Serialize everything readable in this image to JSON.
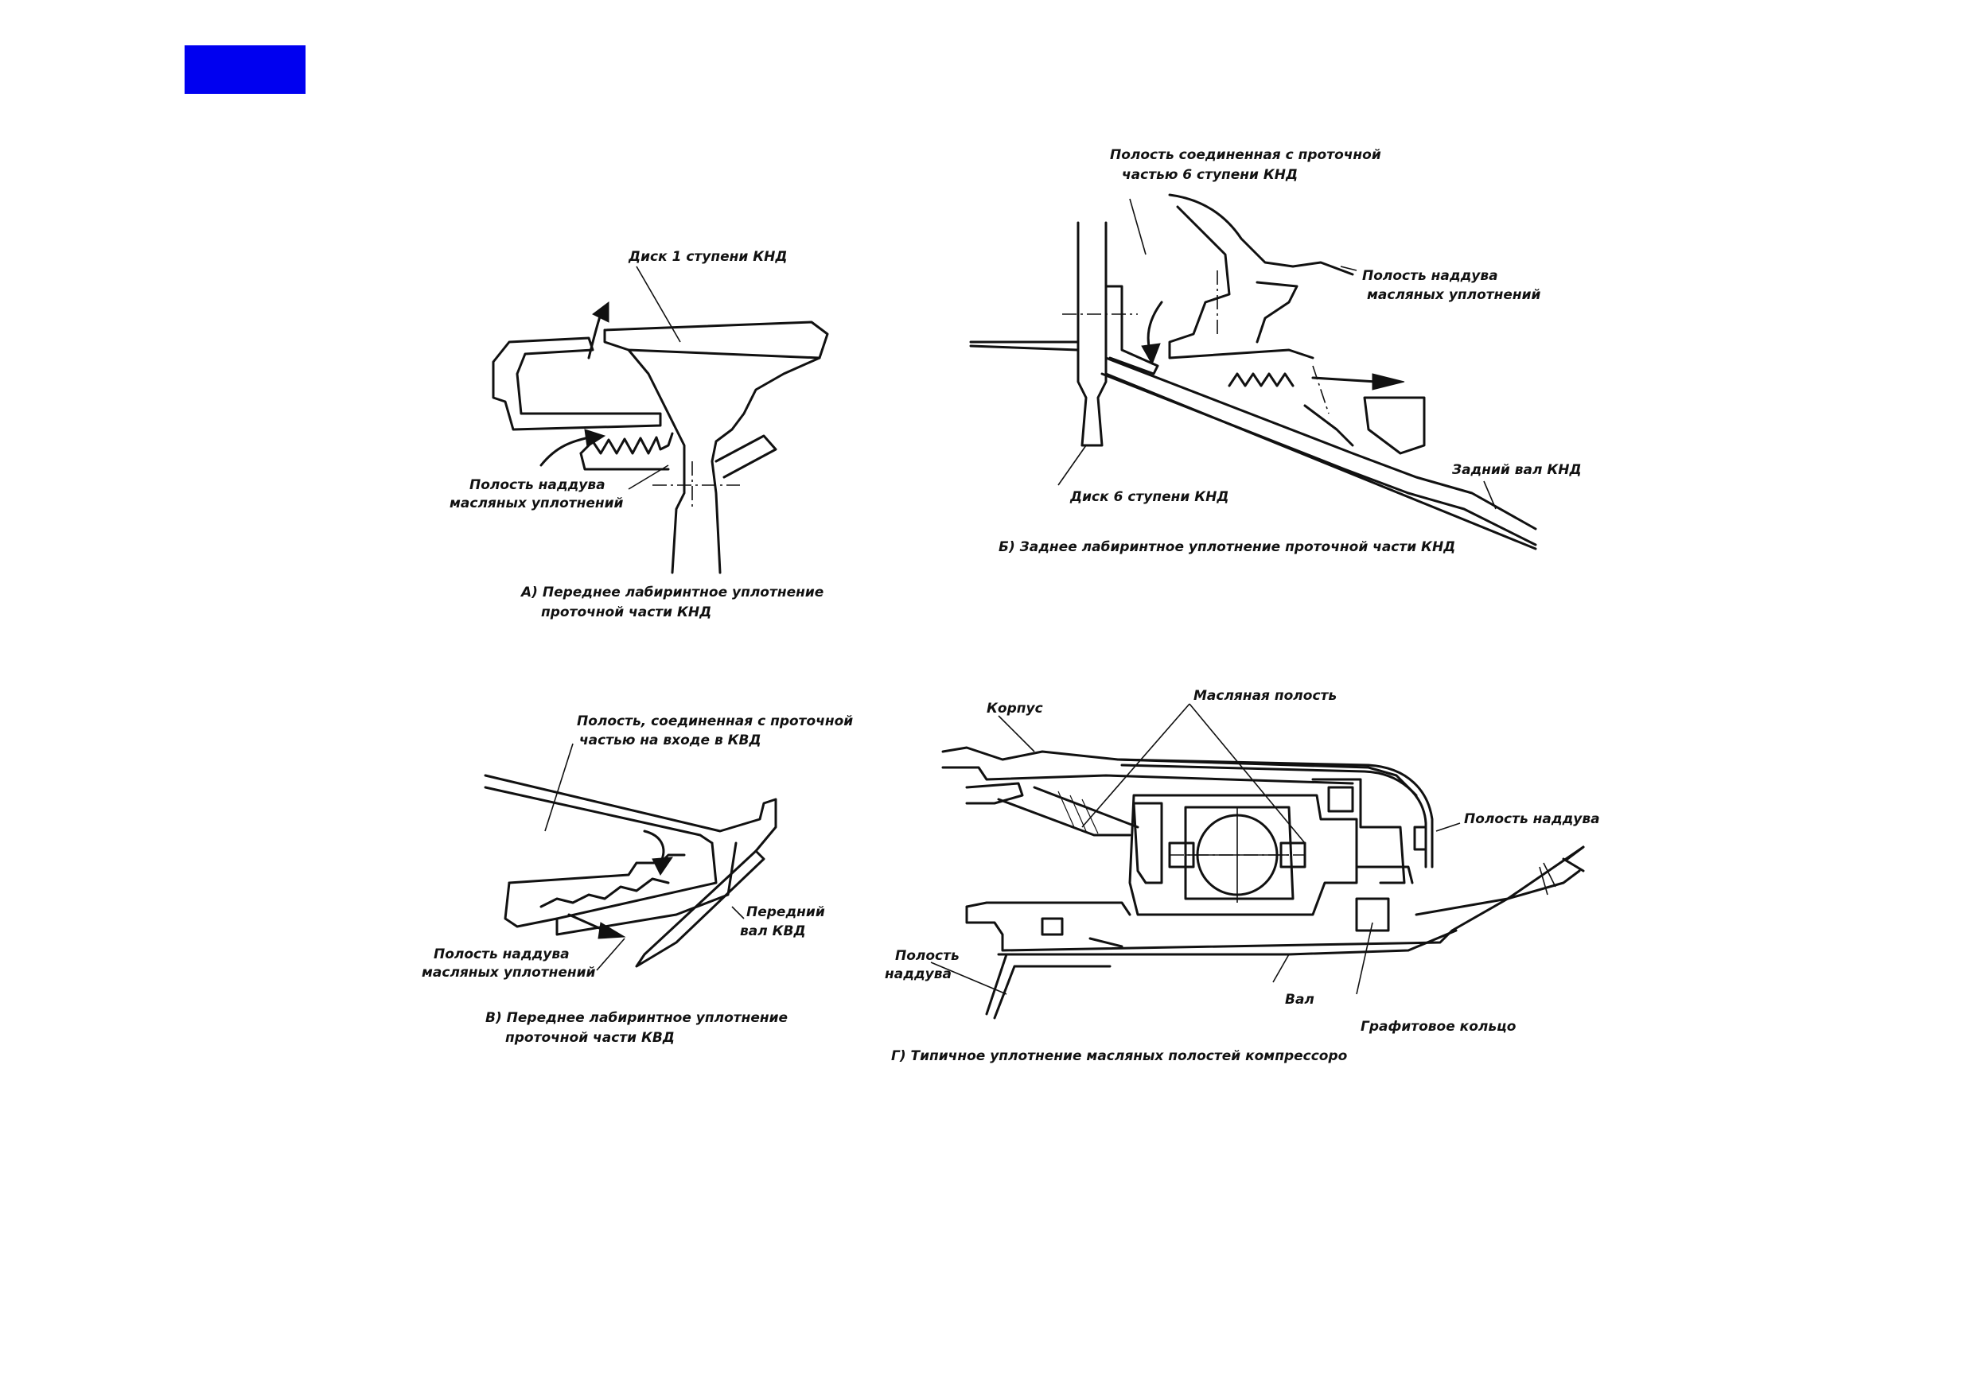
{
  "colors": {
    "corner_tab": "#0000f0",
    "line": "#111111",
    "background": "#ffffff"
  },
  "diagram_a": {
    "disk_label": "Диск 1 ступени КНД",
    "cavity_label_line1": "Полость наддува",
    "cavity_label_line2": "масляных уплотнений",
    "caption_line1": "А) Переднее лабиринтное уплотнение",
    "caption_line2": "проточной части КНД"
  },
  "diagram_b": {
    "cavity_label_line1": "Полость соединенная с проточной",
    "cavity_label_line2": "частью 6 ступени КНД",
    "pressure_label_line1": "Полость наддува",
    "pressure_label_line2": "масляных уплотнений",
    "disk_label": "Диск 6 ступени КНД",
    "shaft_label": "Задний вал КНД",
    "caption": "Б) Заднее лабиринтное уплотнение проточной части КНД"
  },
  "diagram_v": {
    "cavity_label_line1": "Полость, соединенная с проточной",
    "cavity_label_line2": "частью на входе в КВД",
    "shaft_label_line1": "Передний",
    "shaft_label_line2": "вал КВД",
    "pressure_label_line1": "Полость наддува",
    "pressure_label_line2": "масляных уплотнений",
    "caption_line1": "В) Переднее лабиринтное уплотнение",
    "caption_line2": "проточной части КВД"
  },
  "diagram_g": {
    "housing_label": "Корпус",
    "oil_cavity_label": "Масляная полость",
    "pressure_label": "Полость наддува",
    "pressure_left_line1": "Полость",
    "pressure_left_line2": "наддува",
    "shaft_label": "Вал",
    "ring_label": "Графитовое кольцо",
    "caption": "Г) Типичное уплотнение масляных полостей компрессоро"
  }
}
